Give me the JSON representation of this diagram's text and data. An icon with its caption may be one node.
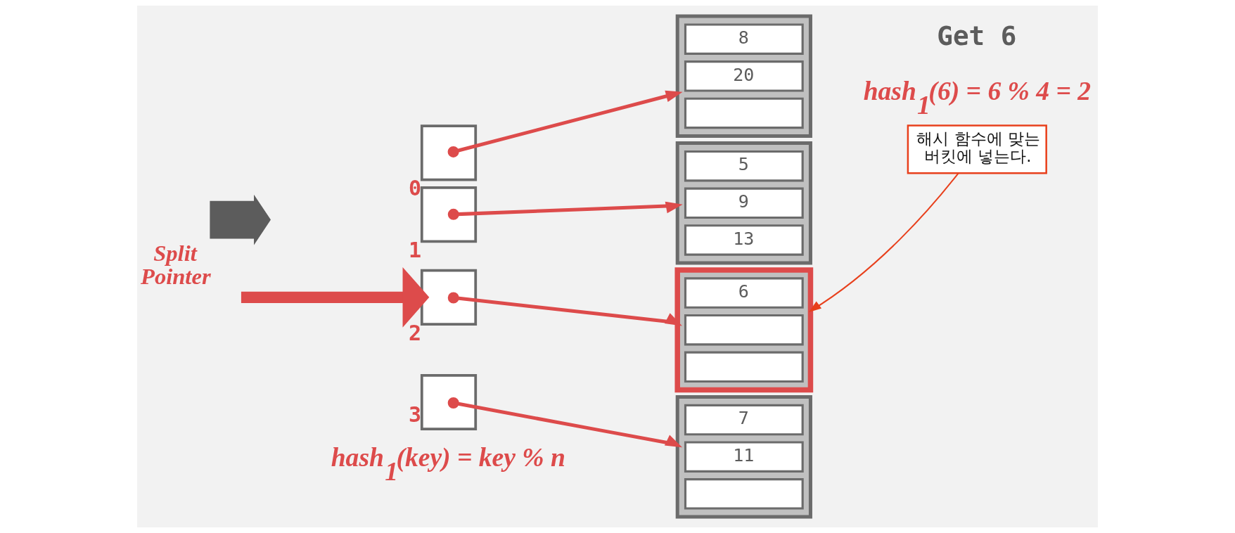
{
  "diagram": {
    "nodes": [
      {
        "text": [],
        "shape": "arrow",
        "beside": [
          "Split Pointer"
        ]
      },
      {
        "text": [],
        "shape": "box",
        "beside": [
          "0"
        ]
      },
      {
        "text": [],
        "shape": "box",
        "beside": [
          "1"
        ]
      },
      {
        "text": [],
        "shape": "box",
        "beside": [
          "2"
        ]
      },
      {
        "text": [],
        "shape": "box",
        "beside": [
          "3"
        ]
      },
      {
        "text": [],
        "shape": "box"
      },
      {
        "text": [
          "8"
        ],
        "in": 5
      },
      {
        "text": [
          "20"
        ],
        "in": 5
      },
      {
        "text": [],
        "shape": "box",
        "in": 5
      },
      {
        "text": [],
        "shape": "box"
      },
      {
        "text": [
          "5"
        ],
        "in": 9
      },
      {
        "text": [
          "9"
        ],
        "in": 9
      },
      {
        "text": [
          "13"
        ],
        "in": 9
      },
      {
        "text": [],
        "shape": "box"
      },
      {
        "text": [
          "6"
        ],
        "in": 13
      },
      {
        "text": [],
        "shape": "box",
        "in": 13
      },
      {
        "text": [],
        "shape": "box",
        "in": 13
      },
      {
        "text": [],
        "shape": "box"
      },
      {
        "text": [
          "7"
        ],
        "in": 17
      },
      {
        "text": [
          "11"
        ],
        "in": 17
      },
      {
        "text": [],
        "shape": "box",
        "in": 17
      },
      {
        "text": [
          "해시 함수에 맞는 버킷에 넣는다."
        ]
      }
    ],
    "edges": [
      {
        "from": 1,
        "to": 5,
        "arrow": "to"
      },
      {
        "from": 2,
        "to": 9,
        "arrow": "to"
      },
      {
        "from": 3,
        "to": 13,
        "arrow": "to"
      },
      {
        "from": 4,
        "to": 17,
        "arrow": "to"
      },
      {
        "from": null,
        "to": 3,
        "arrow": "to",
        "style": "thick"
      },
      {
        "from": 21,
        "to": 13,
        "arrow": "to",
        "color": "#e8401c"
      }
    ],
    "labels": [
      "Get 6",
      "hash$_{1}$(6) = 6 % 4 = 2",
      "hash$_{1}$(key) = key % n"
    ]
  }
}
